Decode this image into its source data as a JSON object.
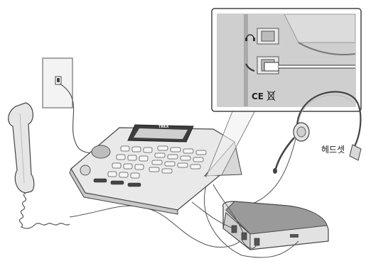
{
  "labels": {
    "headset": "헤드셋"
  },
  "phone": {
    "brand": "TREX"
  },
  "jack_panel": {
    "headset_port_icon": "headset-icon",
    "handset_port_icon": "handset-icon",
    "markings": "CE"
  },
  "icons": {
    "headset_port": "headset-icon",
    "handset_port": "handset-icon",
    "wall_jack": "phone-jack-icon"
  },
  "colors": {
    "line": "#555555",
    "device_body": "#e9e9e9",
    "device_shadow": "#bfbfbf",
    "dark": "#4a4a4a",
    "panel_bg": "#d9d9d9"
  }
}
